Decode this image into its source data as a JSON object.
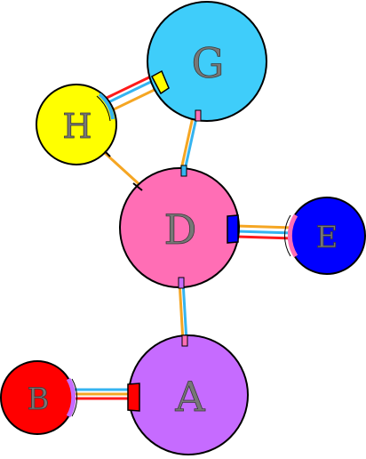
{
  "diagram": {
    "nodes": [
      {
        "id": "G",
        "label": "G",
        "color": "#3fcdfa"
      },
      {
        "id": "H",
        "label": "H",
        "color": "#ffff00"
      },
      {
        "id": "D",
        "label": "D",
        "color": "#ff6eb5"
      },
      {
        "id": "E",
        "label": "E",
        "color": "#0000ff"
      },
      {
        "id": "A",
        "label": "A",
        "color": "#c66bff"
      },
      {
        "id": "B",
        "label": "B",
        "color": "#ff0000"
      }
    ],
    "edges": [
      {
        "from": "H",
        "to": "G",
        "style": "triple"
      },
      {
        "from": "G",
        "to": "D",
        "style": "double"
      },
      {
        "from": "H",
        "to": "D",
        "style": "single"
      },
      {
        "from": "D",
        "to": "E",
        "style": "triple"
      },
      {
        "from": "D",
        "to": "A",
        "style": "double"
      },
      {
        "from": "B",
        "to": "A",
        "style": "triple"
      }
    ],
    "line_colors": {
      "orange": "#f5a623",
      "blue": "#35b4f0",
      "red": "#ff1a1a",
      "outline": "#000000"
    }
  }
}
